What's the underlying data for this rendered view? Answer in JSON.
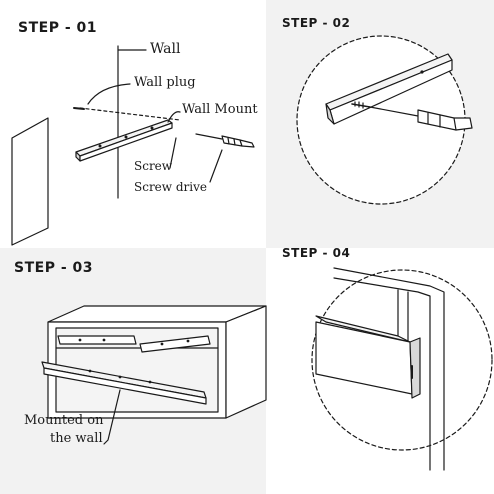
{
  "steps": [
    {
      "title": "STEP - 01",
      "labels": {
        "wall": "Wall",
        "wall_plug": "Wall plug",
        "wall_mount": "Wall Mount",
        "screw": "Screw",
        "screw_drive": "Screw drive"
      }
    },
    {
      "title": "STEP - 02"
    },
    {
      "title": "STEP - 03",
      "labels": {
        "mounted_line1": "Mounted on",
        "mounted_line2": "the wall"
      }
    },
    {
      "title": "STEP - 04"
    }
  ],
  "colors": {
    "line": "#1a1a1a",
    "panel_gray": "#f2f2f2",
    "panel_white": "#ffffff",
    "wood_light": "#f4f4f4",
    "shade": "#d9d9d9"
  },
  "icons": [
    "screwdriver-icon",
    "screw-icon",
    "wall-plug-icon",
    "magnifier-circle"
  ]
}
